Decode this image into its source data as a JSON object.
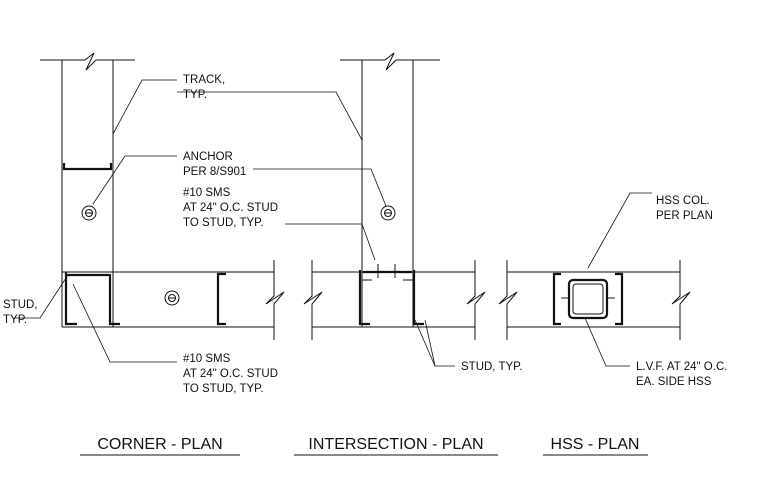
{
  "details": [
    {
      "title": "CORNER - PLAN"
    },
    {
      "title": "INTERSECTION - PLAN"
    },
    {
      "title": "HSS - PLAN"
    }
  ],
  "callouts": {
    "track": [
      "TRACK,",
      "TYP."
    ],
    "anchor": [
      "ANCHOR",
      "PER 8/S901"
    ],
    "sms_upper": [
      "#10 SMS",
      "AT 24\" O.C. STUD",
      "TO STUD, TYP."
    ],
    "stud_left": [
      "STUD,",
      "TYP."
    ],
    "sms_lower": [
      "#10 SMS",
      "AT 24\" O.C. STUD",
      "TO STUD, TYP."
    ],
    "stud_mid": [
      "STUD, TYP."
    ],
    "hss_col": [
      "HSS COL.",
      "PER PLAN"
    ],
    "lvf": [
      "L.V.F. AT 24\" O.C.",
      "EA. SIDE HSS"
    ]
  },
  "icons": {
    "anchor": "anchor-bolt-symbol",
    "break": "break-line-symbol"
  }
}
